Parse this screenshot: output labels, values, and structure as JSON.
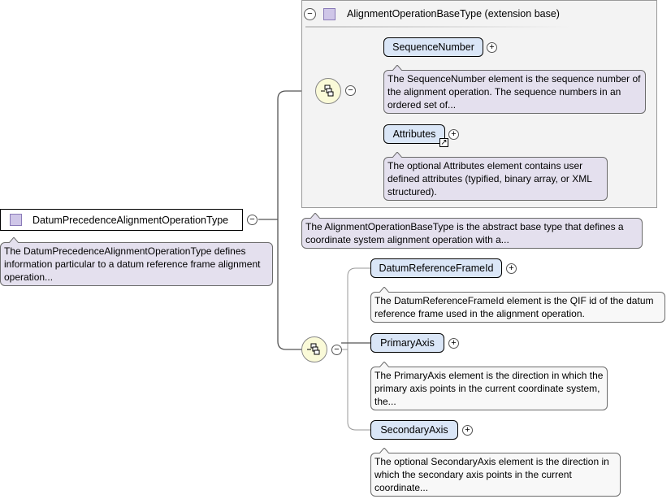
{
  "root": {
    "label": "DatumPrecedenceAlignmentOperationType",
    "doc": "The DatumPrecedenceAlignmentOperationType defines information particular to a datum reference frame alignment operation..."
  },
  "base": {
    "title": "AlignmentOperationBaseType (extension base)",
    "doc": "The AlignmentOperationBaseType is the abstract base type that defines a coordinate system alignment operation with a...",
    "elements": [
      {
        "label": "SequenceNumber",
        "doc": "The SequenceNumber element is the sequence number of the alignment operation. The sequence numbers in an ordered set of..."
      },
      {
        "label": "Attributes",
        "doc": "The optional Attributes element contains user defined attributes (typified, binary array, or XML structured)."
      }
    ]
  },
  "elements": [
    {
      "label": "DatumReferenceFrameId",
      "doc": "The DatumReferenceFrameId element is the QIF id of the datum reference frame used in the alignment operation."
    },
    {
      "label": "PrimaryAxis",
      "doc": "The PrimaryAxis element is the direction in which the primary axis points in the current coordinate system, the..."
    },
    {
      "label": "SecondaryAxis",
      "doc": "The optional SecondaryAxis element is the direction in which the secondary axis points in the current coordinate..."
    }
  ],
  "icons": {
    "expand": "plus-circle-icon",
    "collapse": "minus-circle-icon",
    "sequence": "sequence-compositor-icon",
    "type": "complex-type-icon",
    "reference": "reference-arrow-icon"
  },
  "colors": {
    "element_fill": "#dae6f7",
    "doc_fill": "#e4e0ee",
    "sequence_fill": "#fafad8"
  }
}
